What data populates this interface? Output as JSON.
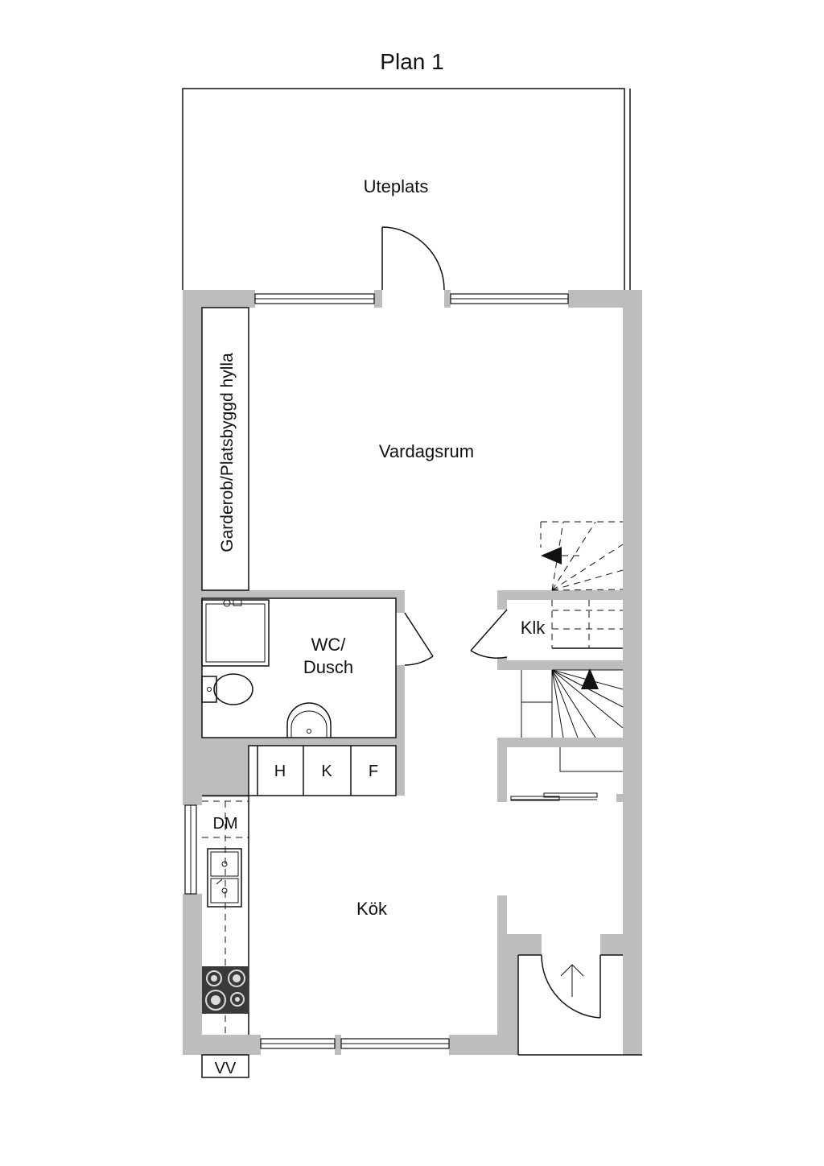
{
  "title": "Plan 1",
  "rooms": {
    "patio": "Uteplats",
    "living": "Vardagsrum",
    "wardrobe": "Garderob/Platsbyggd hylla",
    "bath_line1": "WC/",
    "bath_line2": "Dusch",
    "closet": "Klk",
    "kitchen": "Kök"
  },
  "storage": {
    "h": "H",
    "k": "K",
    "f": "F"
  },
  "appliances": {
    "dishwasher": "DM",
    "water_heater": "VV"
  },
  "colors": {
    "wall": "#bdbdbd",
    "line": "#111111",
    "background": "#ffffff"
  }
}
